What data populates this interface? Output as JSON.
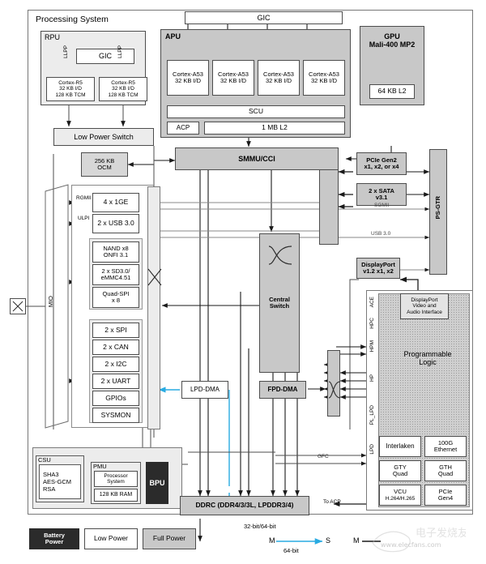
{
  "diagram": {
    "title": "Processing System",
    "watermark": "www.elecfans.com"
  },
  "rpu": {
    "title": "RPU",
    "gic": "GIC",
    "port_label": "LLPP",
    "cores": [
      {
        "name": "Cortex-R5",
        "cache": "32 KB I/D",
        "tcm": "128 KB TCM"
      },
      {
        "name": "Cortex-R5",
        "cache": "32 KB I/D",
        "tcm": "128 KB TCM"
      }
    ],
    "low_power_switch": "Low Power Switch",
    "ocm": "256 KB\nOCM",
    "ocm_line1": "256 KB",
    "ocm_line2": "OCM"
  },
  "apu": {
    "title": "APU",
    "gic": "GIC",
    "cores": [
      {
        "name": "Cortex-A53",
        "cache": "32 KB I/D"
      },
      {
        "name": "Cortex-A53",
        "cache": "32 KB I/D"
      },
      {
        "name": "Cortex-A53",
        "cache": "32 KB I/D"
      },
      {
        "name": "Cortex-A53",
        "cache": "32 KB I/D"
      }
    ],
    "scu": "SCU",
    "acp": "ACP",
    "l2": "1 MB L2"
  },
  "gpu": {
    "title_line1": "GPU",
    "title_line2": "Mali-400 MP2",
    "l2": "64 KB L2"
  },
  "interconnect": {
    "smmu_cci": "SMMU/CCI",
    "central_switch_line1": "Central",
    "central_switch_line2": "Switch",
    "lpd_dma": "LPD-DMA",
    "fpd_dma": "FPD-DMA"
  },
  "mio": {
    "label": "MIO",
    "rgmii": "RGMII",
    "ulpi": "ULPI",
    "gem": "4 x 1GE",
    "usb": "2 x USB 3.0",
    "flash": [
      {
        "line1": "NAND x8",
        "line2": "ONFI 3.1"
      },
      {
        "line1": "2 x SD3.0/",
        "line2": "eMMC4.51"
      },
      {
        "line1": "Quad-SPI",
        "line2": "x 8"
      }
    ],
    "periph": [
      "2 x SPI",
      "2 x CAN",
      "2 x I2C",
      "2 x UART",
      "GPIOs",
      "SYSMON"
    ]
  },
  "high_speed": {
    "pcie_line1": "PCIe Gen2",
    "pcie_line2": "x1, x2, or x4",
    "sata_line1": "2 x SATA",
    "sata_line2": "v3.1",
    "sgmii": "SGMII",
    "usb30": "USB 3.0",
    "ps_gtr": "PS-GTR",
    "displayport_line1": "DisplayPort",
    "displayport_line2": "v1.2 x1, x2",
    "dp_iface_line1": "DisplayPort",
    "dp_iface_line2": "Video and",
    "dp_iface_line3": "Audio Interface"
  },
  "pl": {
    "title_line1": "Programmable",
    "title_line2": "Logic",
    "interfaces": [
      "ACE",
      "HPC",
      "HPM",
      "HP",
      "PL_LPD",
      "LPD"
    ],
    "blocks": [
      {
        "line1": "Interlaken",
        "line2": ""
      },
      {
        "line1": "100G",
        "line2": "Ethernet"
      },
      {
        "line1": "GTY",
        "line2": "Quad"
      },
      {
        "line1": "GTH",
        "line2": "Quad"
      },
      {
        "line1": "VCU",
        "line2": "H.264/H.265"
      },
      {
        "line1": "PCIe",
        "line2": "Gen4"
      }
    ],
    "gfc": "GFC"
  },
  "security": {
    "csu_title": "CSU",
    "csu_items": [
      "SHA3",
      "AES-GCM",
      "RSA"
    ],
    "pmu_title": "PMU",
    "pmu_proc_line1": "Processor",
    "pmu_proc_line2": "System",
    "pmu_ram": "128 KB RAM",
    "bpu": "BPU"
  },
  "memory": {
    "ddrc": "DDRC (DDR4/3/3L, LPDDR3/4)",
    "bus_width": "32-bit/64-bit",
    "to_acp": "To ACP"
  },
  "legend": {
    "power": [
      {
        "label_line1": "Battery",
        "label_line2": "Power",
        "style": "battery"
      },
      {
        "label_line1": "Low Power",
        "label_line2": "",
        "style": "low"
      },
      {
        "label_line1": "Full Power",
        "label_line2": "",
        "style": "full"
      }
    ],
    "master": "M",
    "slave": "S",
    "bus_64": "64-bit",
    "master2": "M"
  },
  "colors": {
    "gray_block": "#c8c8c8",
    "light_gray": "#ececec",
    "dark_block": "#2b2b2b",
    "accent_cyan": "#29abe2",
    "line": "#1a1a1a"
  }
}
